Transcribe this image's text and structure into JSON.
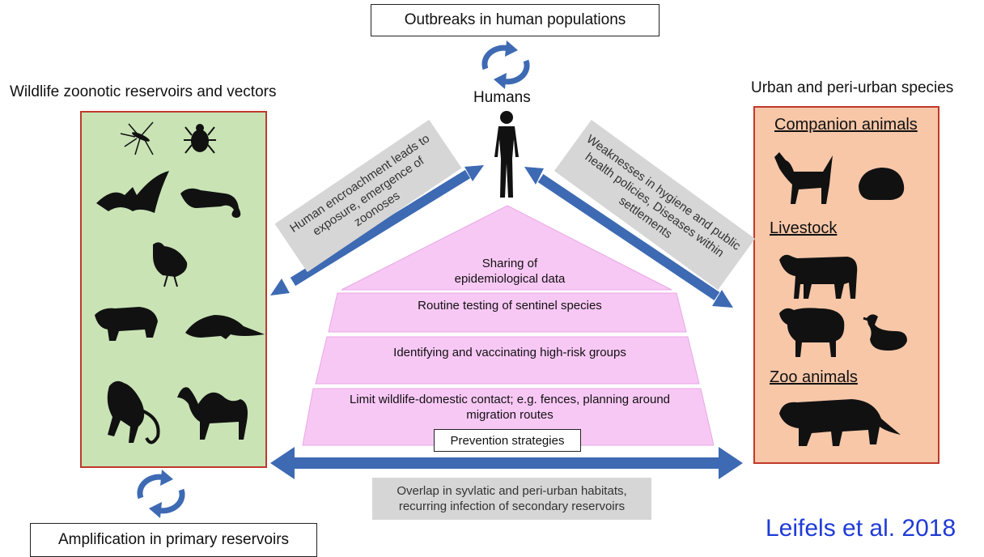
{
  "top_box": "Outbreaks in human populations",
  "humans_label": "Humans",
  "bottom_box": "Amplification in primary reservoirs",
  "left_heading": "Wildlife zoonotic reservoirs and vectors",
  "right_heading": "Urban and peri-urban species",
  "right_panel": {
    "companion": "Companion animals",
    "livestock": "Livestock",
    "zoo": "Zoo animals"
  },
  "left_note": "Human encroachment leads to exposure, emergence of zoonoses",
  "right_note": "Weaknesses in hygiene and public health policies, Diseases within settlements",
  "bottom_note": "Overlap in syvlatic and peri-urban habitats, recurring infection of secondary reservoirs",
  "pyramid": {
    "tiers": [
      "Sharing of epidemiological data",
      "Routine testing of sentinel species",
      "Identifying and vaccinating high-risk groups",
      "Limit wildlife-domestic contact; e.g. fences, planning around migration routes"
    ],
    "caption": "Prevention strategies"
  },
  "citation": "Leifels et al. 2018",
  "colors": {
    "arrow_blue": "#3d6ab3",
    "left_panel_fill": "#c9e3b5",
    "right_panel_fill": "#f7c7a8",
    "panel_border": "#c0392b",
    "pyramid_fill": "#f8c8f5",
    "note_grey": "#d6d6d6",
    "citation_blue": "#1f3bd6"
  },
  "icons": {
    "wildlife": [
      "mosquito-icon",
      "tick-icon",
      "bat-icon",
      "civet-icon",
      "quail-icon",
      "wild-boar-icon",
      "pangolin-icon",
      "monkey-icon",
      "camel-icon"
    ],
    "companion": [
      "dog-icon",
      "guinea-pig-icon"
    ],
    "livestock": [
      "cow-icon",
      "sheep-icon",
      "duck-icon"
    ],
    "zoo": [
      "tiger-icon"
    ]
  }
}
